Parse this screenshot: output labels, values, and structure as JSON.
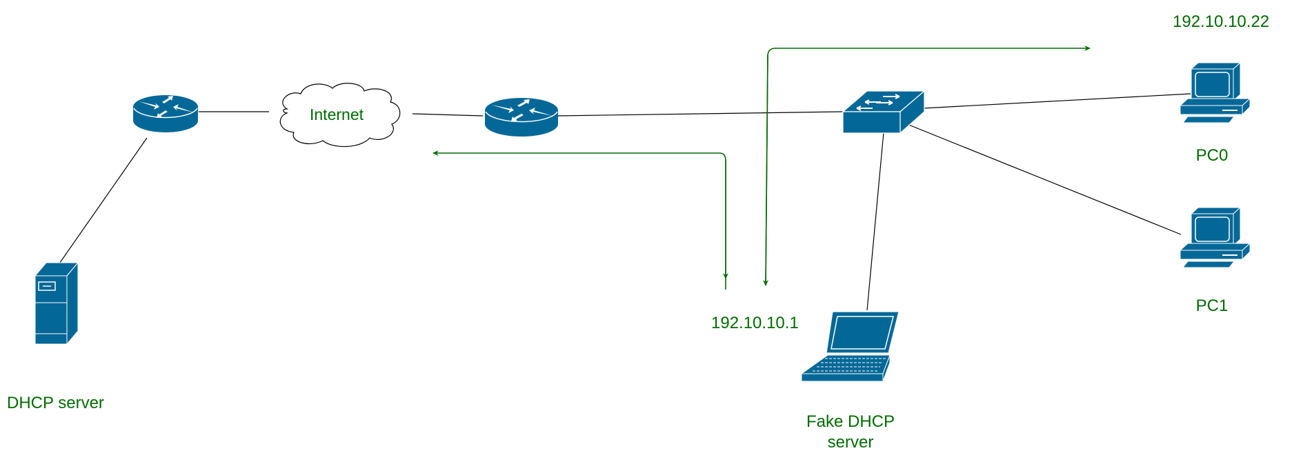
{
  "colors": {
    "device_fill": "#036897",
    "device_outline": "#ffffff",
    "link": "#000000",
    "flow_arrow": "#006b00",
    "label_text": "#006b00",
    "background": "#ffffff"
  },
  "nodes": {
    "router_left": {
      "type": "router",
      "icon": "router-icon"
    },
    "cloud": {
      "type": "cloud",
      "icon": "cloud-icon",
      "label": "Internet"
    },
    "router_right": {
      "type": "router",
      "icon": "router-icon"
    },
    "switch": {
      "type": "switch",
      "icon": "switch-icon"
    },
    "dhcp_server": {
      "type": "server",
      "icon": "server-tower-icon",
      "label": "DHCP server"
    },
    "fake_dhcp": {
      "type": "laptop",
      "icon": "laptop-icon",
      "label_line1": "Fake DHCP",
      "label_line2": "server"
    },
    "pc0": {
      "type": "pc",
      "icon": "desktop-pc-icon",
      "label": "PC0"
    },
    "pc1": {
      "type": "pc",
      "icon": "desktop-pc-icon",
      "label": "PC1"
    }
  },
  "links": [
    {
      "from": "dhcp_server",
      "to": "router_left"
    },
    {
      "from": "router_left",
      "to": "cloud"
    },
    {
      "from": "cloud",
      "to": "router_right"
    },
    {
      "from": "router_right",
      "to": "switch"
    },
    {
      "from": "switch",
      "to": "pc0"
    },
    {
      "from": "switch",
      "to": "pc1"
    },
    {
      "from": "switch",
      "to": "fake_dhcp"
    }
  ],
  "annotations": {
    "ip_pc0": "192.10.10.22",
    "ip_gateway": "192.10.10.1"
  },
  "flows": [
    {
      "name": "flow-to-internet",
      "direction": "left",
      "description": "arrow heading toward Internet"
    },
    {
      "name": "flow-to-gateway-a",
      "direction": "down"
    },
    {
      "name": "flow-to-gateway-b",
      "direction": "down"
    },
    {
      "name": "flow-to-pc0",
      "direction": "right"
    }
  ]
}
